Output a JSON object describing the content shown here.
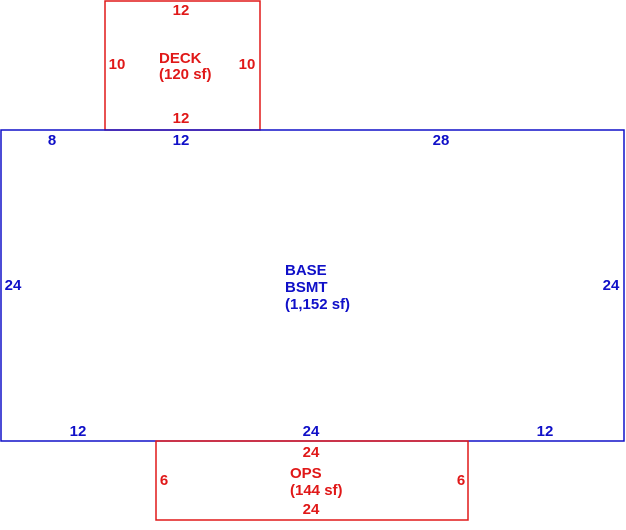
{
  "colors": {
    "base": "#1010c8",
    "addition": "#e01818",
    "background": "#ffffff"
  },
  "deck": {
    "name": "DECK",
    "area": "(120 sf)",
    "dim_top": "12",
    "dim_bottom": "12",
    "dim_left": "10",
    "dim_right": "10"
  },
  "base": {
    "name_line1": "BASE",
    "name_line2": "BSMT",
    "area": "(1,152 sf)",
    "dim_top_left": "8",
    "dim_top_mid": "12",
    "dim_top_right": "28",
    "dim_left": "24",
    "dim_right": "24",
    "dim_bottom_left": "12",
    "dim_bottom_mid": "24",
    "dim_bottom_right": "12"
  },
  "ops": {
    "name": "OPS",
    "area": "(144 sf)",
    "dim_top": "24",
    "dim_bottom": "24",
    "dim_left": "6",
    "dim_right": "6"
  }
}
